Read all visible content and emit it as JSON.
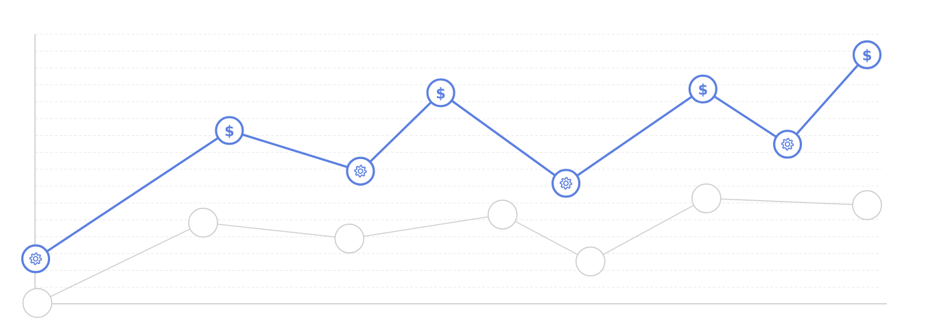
{
  "chart_data": {
    "type": "line",
    "title": "",
    "xlabel": "",
    "ylabel": "",
    "grid": true,
    "legend": "none",
    "xlim": [
      0,
      1
    ],
    "ylim": [
      0,
      100
    ],
    "series": [
      {
        "color": "#5b7fe0",
        "points": [
          {
            "x": 0.0,
            "y": 16.7,
            "icon": "gear-icon"
          },
          {
            "x": 0.229,
            "y": 64.3,
            "icon": "dollar-icon"
          },
          {
            "x": 0.384,
            "y": 49.2,
            "icon": "gear-icon"
          },
          {
            "x": 0.479,
            "y": 78.3,
            "icon": "dollar-icon"
          },
          {
            "x": 0.627,
            "y": 44.7,
            "icon": "gear-icon"
          },
          {
            "x": 0.789,
            "y": 79.7,
            "icon": "dollar-icon"
          },
          {
            "x": 0.889,
            "y": 59.2,
            "icon": "gear-icon"
          },
          {
            "x": 0.983,
            "y": 92.4,
            "icon": "dollar-icon"
          }
        ]
      },
      {
        "color": "#cccccc",
        "points": [
          {
            "x": 0.002,
            "y": 0.3
          },
          {
            "x": 0.198,
            "y": 30.1
          },
          {
            "x": 0.371,
            "y": 24.2
          },
          {
            "x": 0.552,
            "y": 33.1
          },
          {
            "x": 0.656,
            "y": 15.7
          },
          {
            "x": 0.793,
            "y": 39.1
          },
          {
            "x": 0.983,
            "y": 36.6
          }
        ]
      }
    ]
  }
}
